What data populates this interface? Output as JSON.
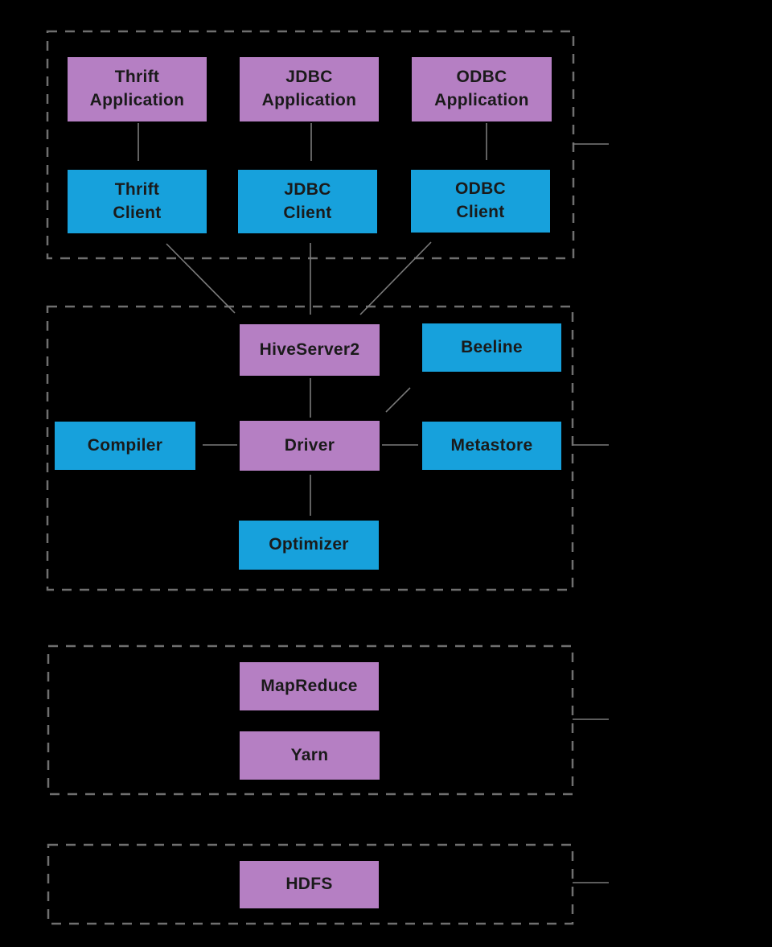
{
  "colors": {
    "background": "#000000",
    "purple_box": "#b57fc3",
    "blue_box": "#17a1dc",
    "dashed_border": "#6f6f6f",
    "connector": "#7a7a7a",
    "label_text": "#1a1a1a"
  },
  "nodes": {
    "thrift_application": "Thrift\nApplication",
    "jdbc_application": "JDBC\nApplication",
    "odbc_application": "ODBC\nApplication",
    "thrift_client": "Thrift\nClient",
    "jdbc_client": "JDBC\nClient",
    "odbc_client": "ODBC\nClient",
    "hiveserver2": "HiveServer2",
    "beeline": "Beeline",
    "compiler": "Compiler",
    "driver": "Driver",
    "metastore": "Metastore",
    "optimizer": "Optimizer",
    "mapreduce": "MapReduce",
    "yarn": "Yarn",
    "hdfs": "HDFS"
  }
}
